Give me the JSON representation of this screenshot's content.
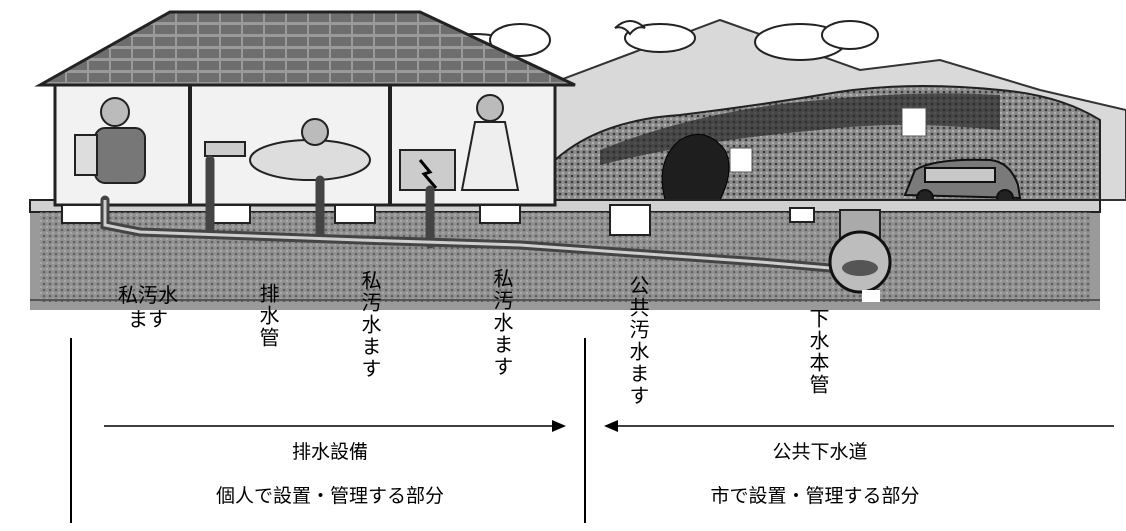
{
  "labels": {
    "private_basin_1": "私汚水ます",
    "drain_pipe": "排水管",
    "private_basin_2": "私汚水ます",
    "private_basin_3": "私汚水ます",
    "public_basin": "公共汚水ます",
    "sewer_main": "下水本管"
  },
  "left_section": {
    "title": "排水設備",
    "desc": "個人で設置・管理する部分"
  },
  "right_section": {
    "title": "公共下水道",
    "desc": "市で設置・管理する部分"
  }
}
